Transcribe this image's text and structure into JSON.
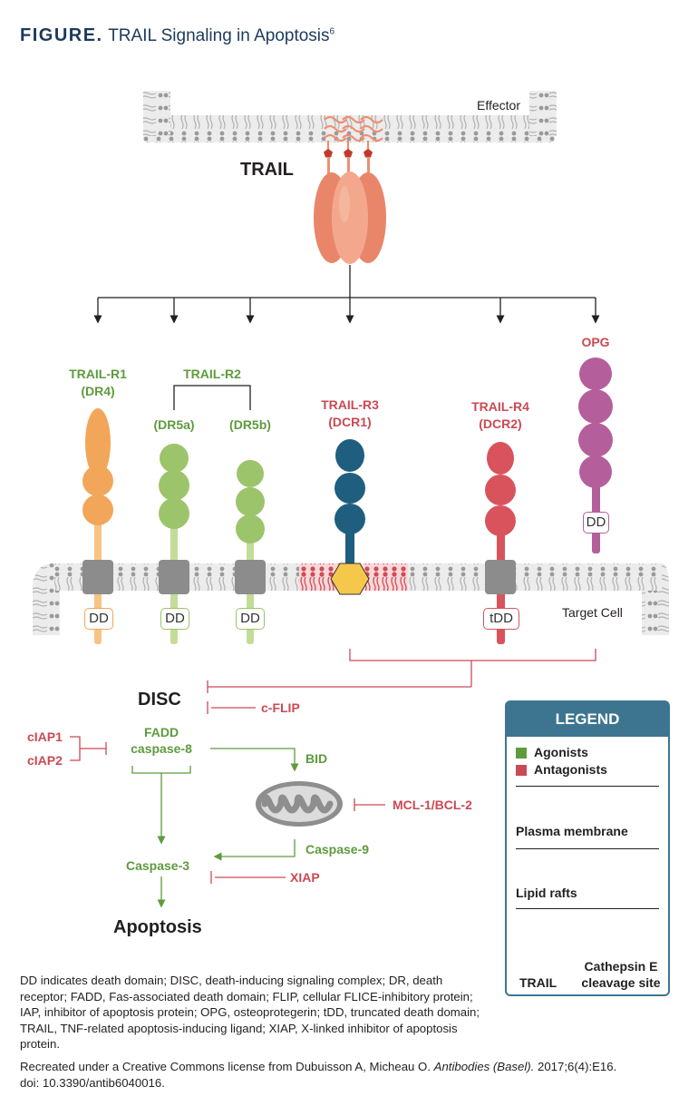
{
  "figure": {
    "label": "FIGURE.",
    "title": "TRAIL Signaling in Apoptosis",
    "ref": "6"
  },
  "effector_label": "Effector",
  "trail_label": "TRAIL",
  "target_cell_label": "Target Cell",
  "receptors": {
    "r1_name": "TRAIL-R1",
    "r1_alt": "(DR4)",
    "r2_name": "TRAIL-R2",
    "r2a_alt": "(DR5a)",
    "r2b_alt": "(DR5b)",
    "r3_name": "TRAIL-R3",
    "r3_alt": "(DCR1)",
    "r4_name": "TRAIL-R4",
    "r4_alt": "(DCR2)",
    "opg_name": "OPG"
  },
  "domains": {
    "dd": "DD",
    "tdd": "tDD"
  },
  "pathway": {
    "disc": "DISC",
    "cflip": "c-FLIP",
    "ciap1": "cIAP1",
    "ciap2": "cIAP2",
    "fadd": "FADD",
    "caspase8": "caspase-8",
    "bid": "BID",
    "mcl1_bcl2": "MCL-1/BCL-2",
    "caspase9": "Caspase-9",
    "caspase3": "Caspase-3",
    "xiap": "XIAP",
    "apoptosis": "Apoptosis"
  },
  "legend": {
    "title": "LEGEND",
    "agonists": "Agonists",
    "antagonists": "Antagonists",
    "plasma_membrane": "Plasma membrane",
    "lipid_rafts": "Lipid rafts",
    "trail": "TRAIL",
    "cathepsin_line1": "Cathepsin E",
    "cathepsin_line2": "cleavage site"
  },
  "footnote": "DD indicates death domain; DISC, death-inducing signaling complex; DR, death receptor; FADD, Fas-associated death domain; FLIP, cellular FLICE-inhibitory protein; IAP, inhibitor of apoptosis protein; OPG, osteoprotegerin; tDD, truncated death domain; TRAIL, TNF-related apoptosis-inducing ligand; XIAP, X-linked inhibitor of apoptosis protein.",
  "citation": {
    "prefix": "Recreated under a Creative Commons license from Dubuisson A, Micheau O. ",
    "journal": "Antibodies (Basel).",
    "suffix": " 2017;6(4):E16.",
    "doi": "doi: 10.3390/antib6040016."
  },
  "colors": {
    "agonist": "#5e9b3d",
    "antagonist": "#c94a54",
    "legend_header": "#3d7590",
    "r1": "#f2a65a",
    "r2": "#9cc46a",
    "r3": "#1f5e7e",
    "r4": "#d9535d",
    "opg": "#b45f9c",
    "trail": "#ee8f72",
    "membrane": "#d6d6d6"
  }
}
